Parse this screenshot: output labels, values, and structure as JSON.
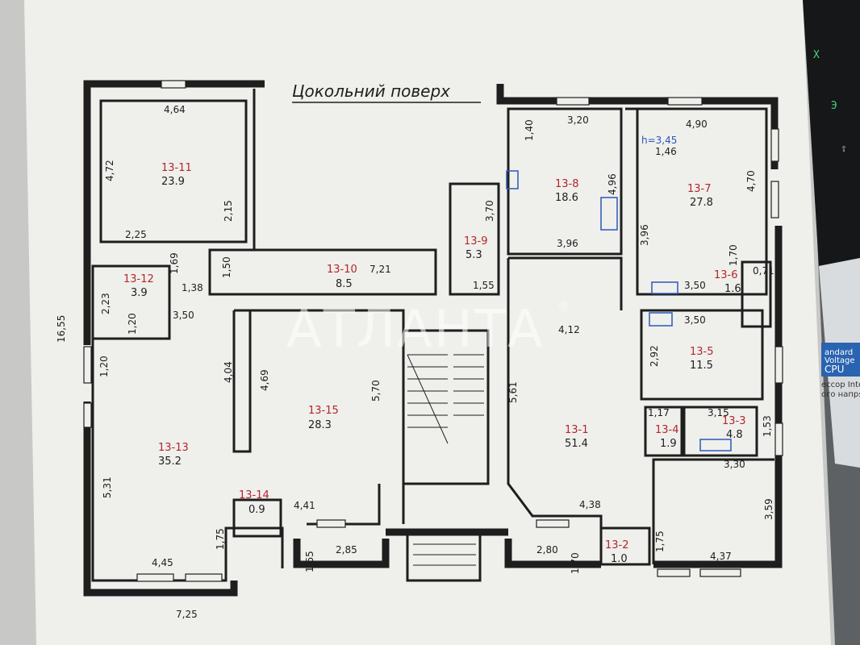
{
  "title": "Цокольний поверх",
  "watermark": "АТЛАНТА",
  "watermark_mark": "®",
  "colors": {
    "room_id": "#b3262a",
    "walls": "#1e1e1e",
    "paper": "#f1f1ee",
    "fixtures": "#2b58b8"
  },
  "rooms": [
    {
      "id": "13-1",
      "area": "51.4"
    },
    {
      "id": "13-2",
      "area": "1.0"
    },
    {
      "id": "13-3",
      "area": "4.8"
    },
    {
      "id": "13-4",
      "area": "1.9"
    },
    {
      "id": "13-5",
      "area": "11.5"
    },
    {
      "id": "13-6",
      "area": "1.6"
    },
    {
      "id": "13-7",
      "area": "27.8"
    },
    {
      "id": "13-8",
      "area": "18.6"
    },
    {
      "id": "13-9",
      "area": "5.3"
    },
    {
      "id": "13-10",
      "area": "8.5"
    },
    {
      "id": "13-11",
      "area": "23.9"
    },
    {
      "id": "13-12",
      "area": "3.9"
    },
    {
      "id": "13-13",
      "area": "35.2"
    },
    {
      "id": "13-14",
      "area": "0.9"
    },
    {
      "id": "13-15",
      "area": "28.3"
    }
  ],
  "height_label": "h=3,45",
  "dimensions": [
    "4,64",
    "4,72",
    "2,15",
    "2,25",
    "1,69",
    "1,50",
    "7,21",
    "1,38",
    "2,23",
    "3,50",
    "1,20",
    "1,20",
    "4,04",
    "4,69",
    "4,45",
    "5,70",
    "5,31",
    "4,41",
    "1,75",
    "2,85",
    "1,65",
    "7,25",
    "16,55",
    "3,70",
    "1,55",
    "3,20",
    "1,40",
    "4,96",
    "3,96",
    "4,90",
    "4,70",
    "1,46",
    "3,96",
    "1,70",
    "0,71",
    "3,50",
    "3,50",
    "2,92",
    "4,12",
    "5,61",
    "1,17",
    "3,15",
    "1,53",
    "3,30",
    "4,38",
    "3,59",
    "1,75",
    "2,80",
    "1,70",
    "4,37"
  ],
  "keyboard_keys": [
    "X",
    "Э",
    "⇧"
  ],
  "cpu_label": [
    "andard",
    "Voltage",
    "CPU",
    "ессор Intel®",
    "ого напряжения"
  ]
}
